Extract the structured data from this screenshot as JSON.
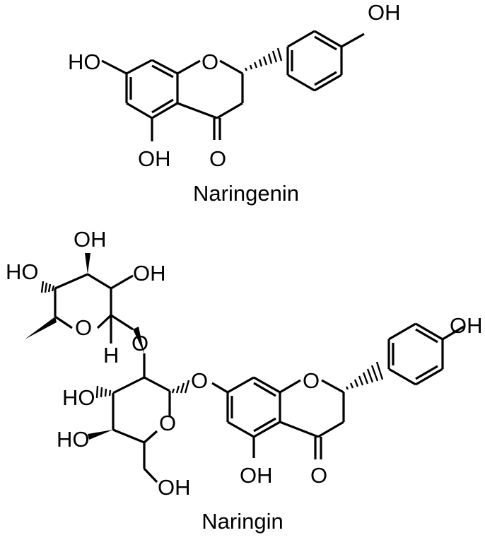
{
  "naringenin": {
    "caption": "Naringenin",
    "labels": {
      "oh_aryl": "OH",
      "ho_7": "HO",
      "o_ring": "O",
      "oh_5": "OH",
      "o_carbonyl": "O"
    }
  },
  "naringin": {
    "caption": "Naringin",
    "labels": {
      "oh_rha_top": "OH",
      "ho_rha_left": "HO",
      "oh_rha_right": "OH",
      "o_rha_ring": "O",
      "h_anomeric": "H",
      "o_link_rha": "O",
      "ho_glc_3": "HO",
      "o_link_glc": "O",
      "o_glc_ring": "O",
      "ho_glc_4": "HO",
      "oh_glc_6": "OH",
      "o_ring": "O",
      "oh_aryl": "OH",
      "oh_5": "OH",
      "o_carbonyl": "O"
    }
  }
}
